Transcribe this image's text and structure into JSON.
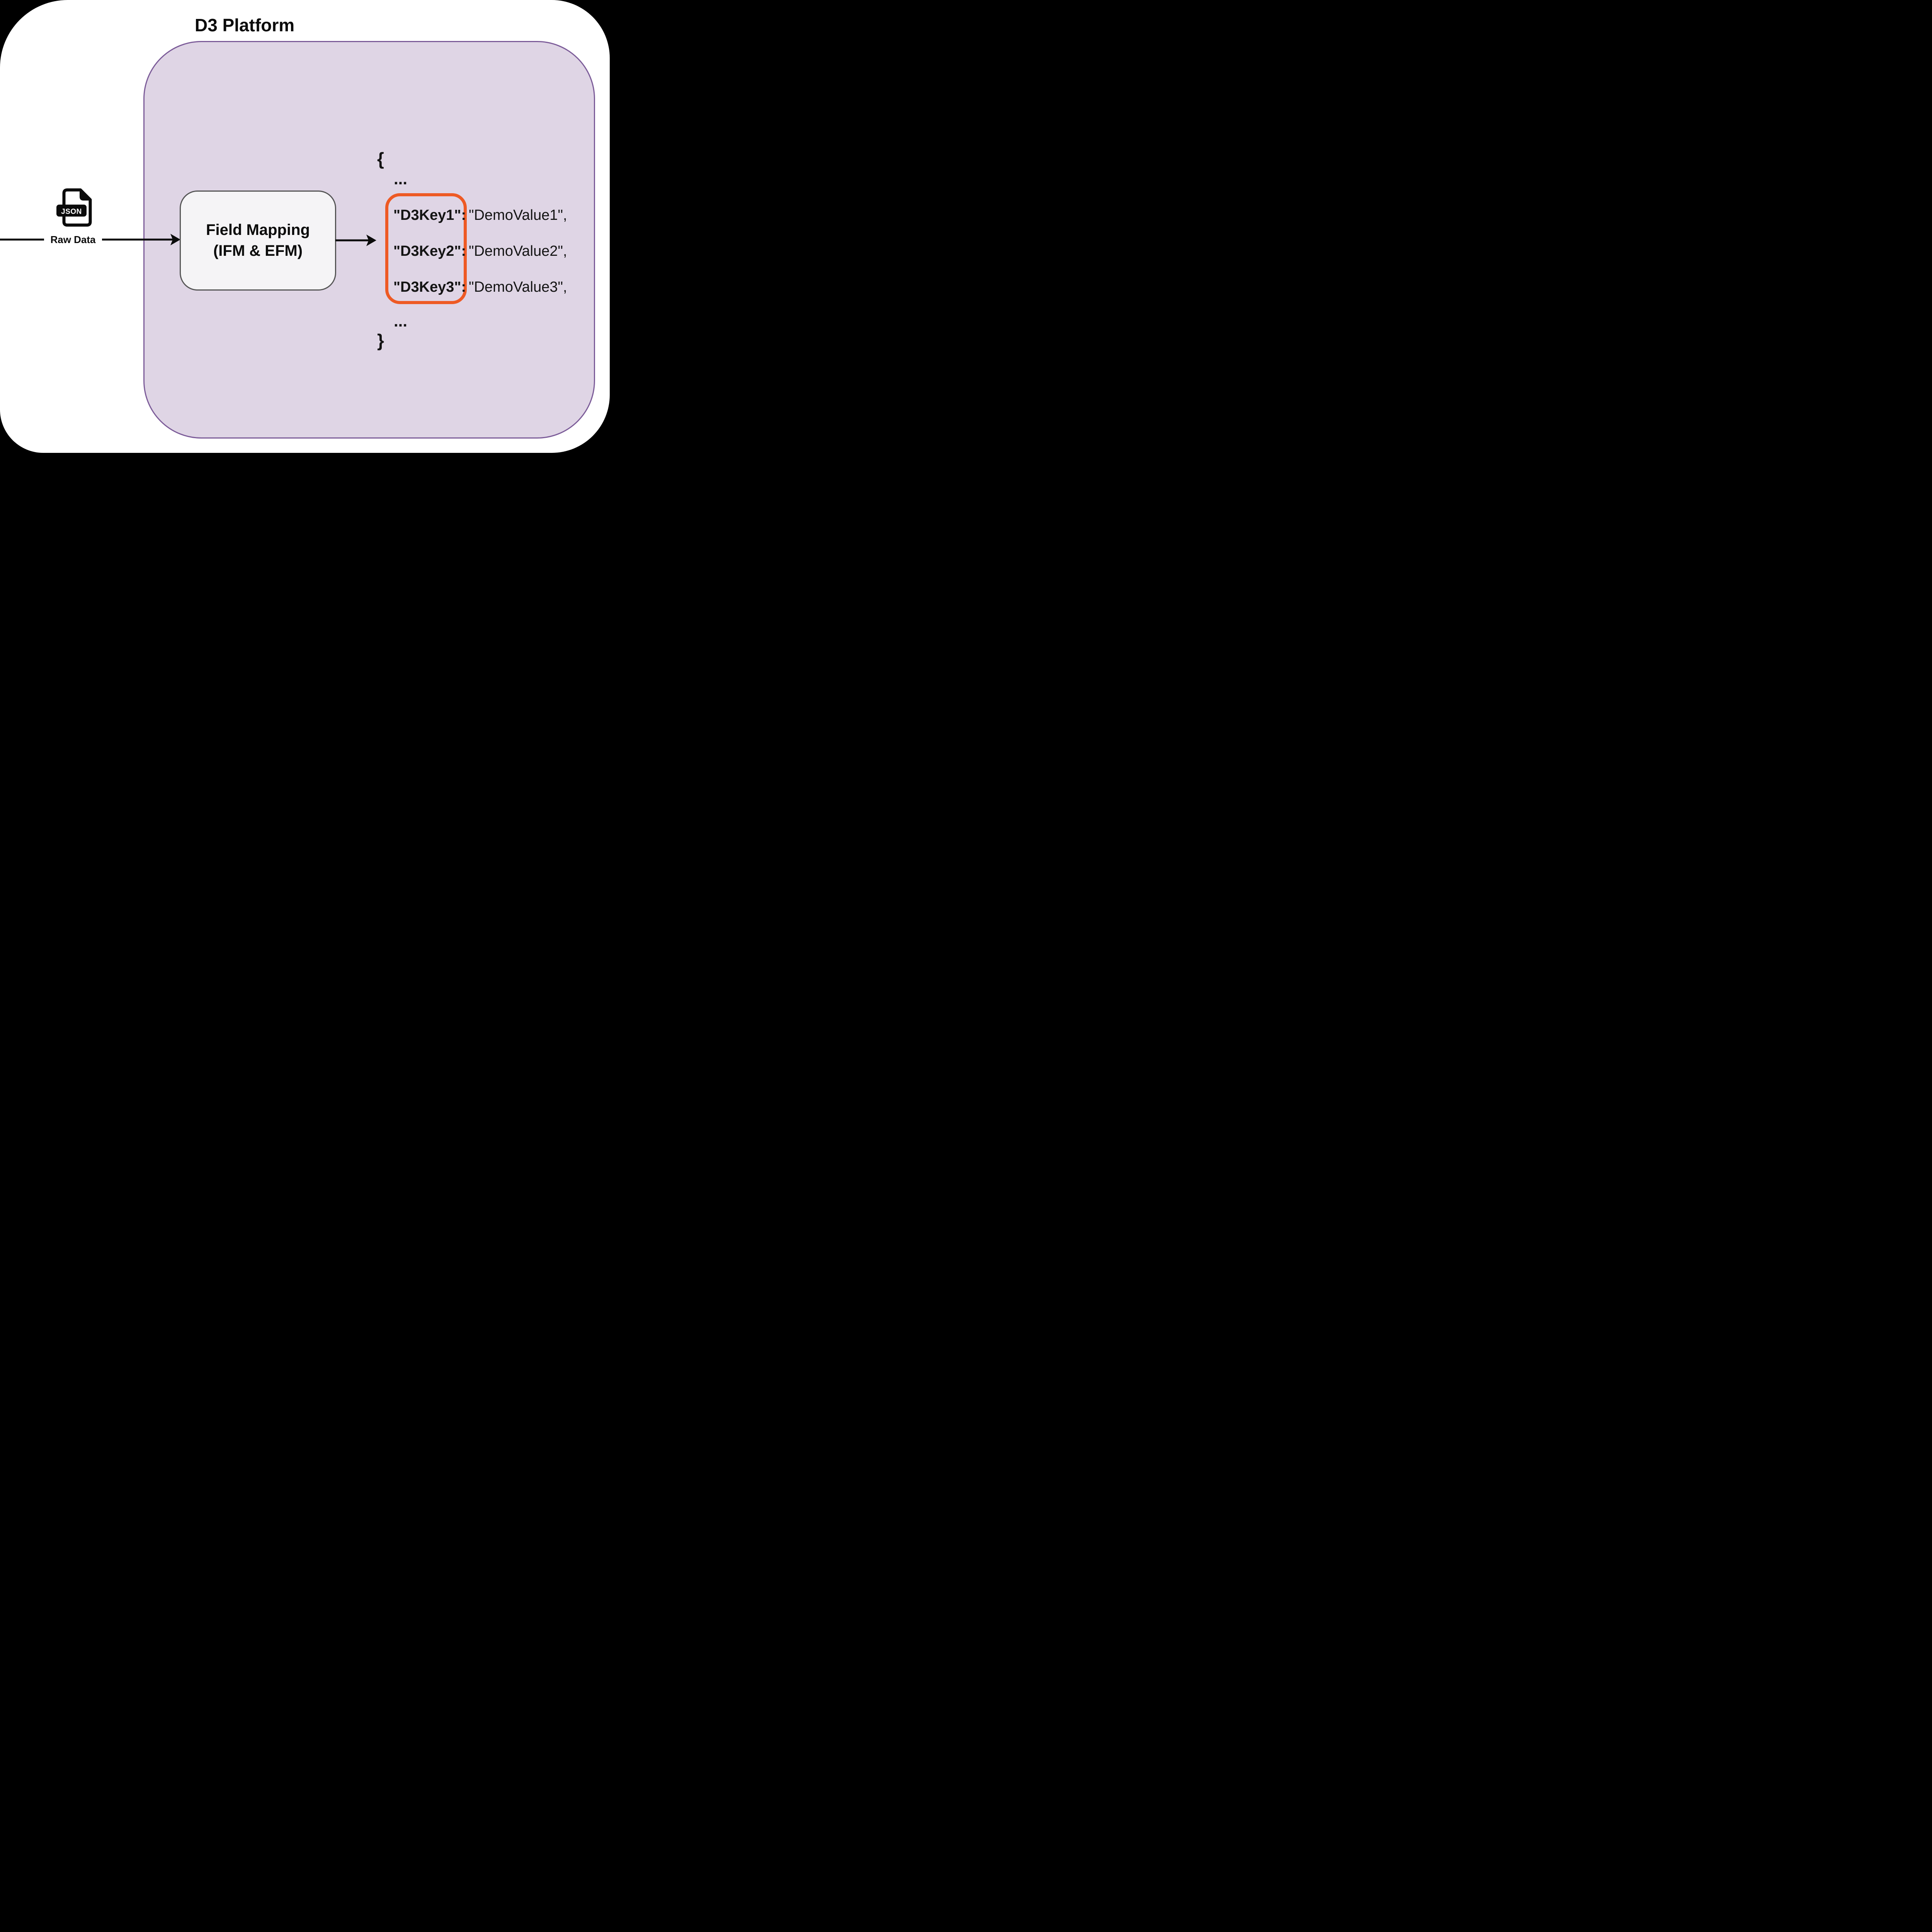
{
  "title": "D3 Platform",
  "input": {
    "label": "Raw Data",
    "file_badge": "JSON"
  },
  "process": {
    "line1": "Field Mapping",
    "line2": "(IFM & EFM)"
  },
  "output": {
    "open_brace": "{",
    "ellipsis_top": "...",
    "entries": [
      {
        "key": "\"D3Key1\":",
        "value": "\"DemoValue1\","
      },
      {
        "key": "\"D3Key2\":",
        "value": "\"DemoValue2\","
      },
      {
        "key": "\"D3Key3\":",
        "value": "\"DemoValue3\","
      }
    ],
    "ellipsis_bottom": "...",
    "close_brace": "}"
  },
  "colors": {
    "background": "#000000",
    "card": "#FFFFFF",
    "platform_fill": "#DFD5E5",
    "platform_border": "#7C5C99",
    "process_fill": "#F5F4F6",
    "process_border": "#555555",
    "highlight_orange": "#EE5A24",
    "text": "#0B0B0B"
  }
}
